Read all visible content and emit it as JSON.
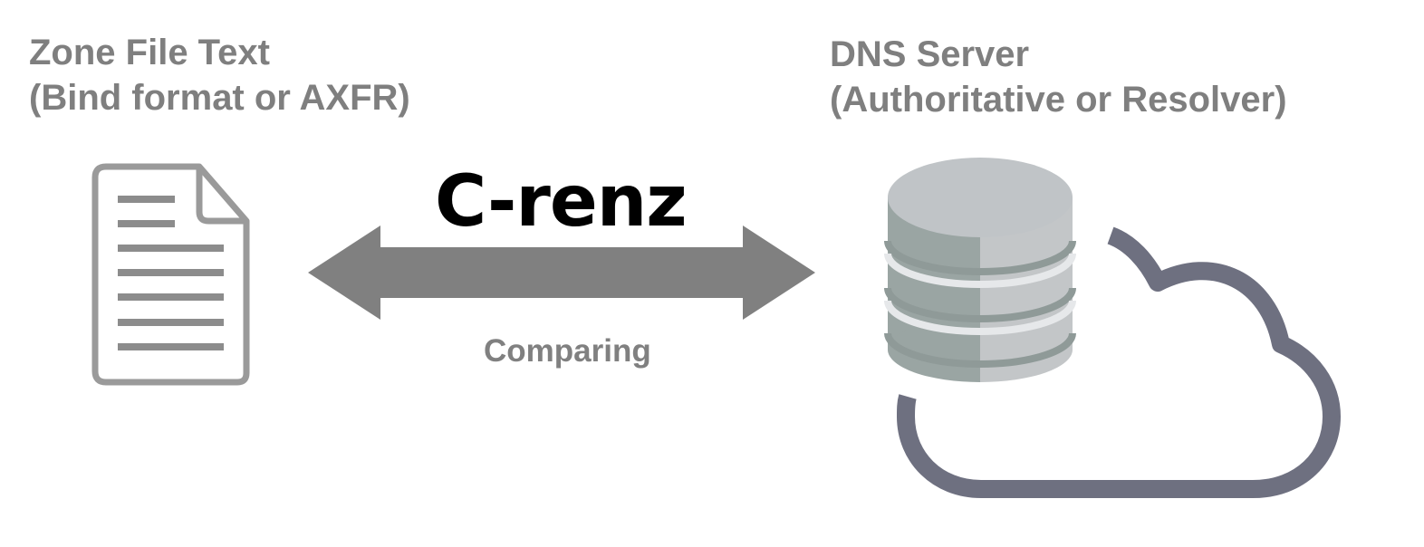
{
  "left_node": {
    "title_line1": "Zone File Text",
    "title_line2": "(Bind format or AXFR)",
    "icon": "document-icon"
  },
  "right_node": {
    "title_line1": "DNS Server",
    "title_line2": "(Authoritative or Resolver)",
    "icons": [
      "database-icon",
      "cloud-icon"
    ]
  },
  "connector": {
    "tool_name": "C-renz",
    "action_label": "Comparing",
    "icon": "double-arrow-icon"
  },
  "colors": {
    "label_gray": "#7f7f7f",
    "arrow_gray": "#808080",
    "document_stroke": "#9a9a9a",
    "cloud_stroke": "#6e7080",
    "db_light": "#c3c6c8",
    "db_dark": "#9aa5a3"
  }
}
